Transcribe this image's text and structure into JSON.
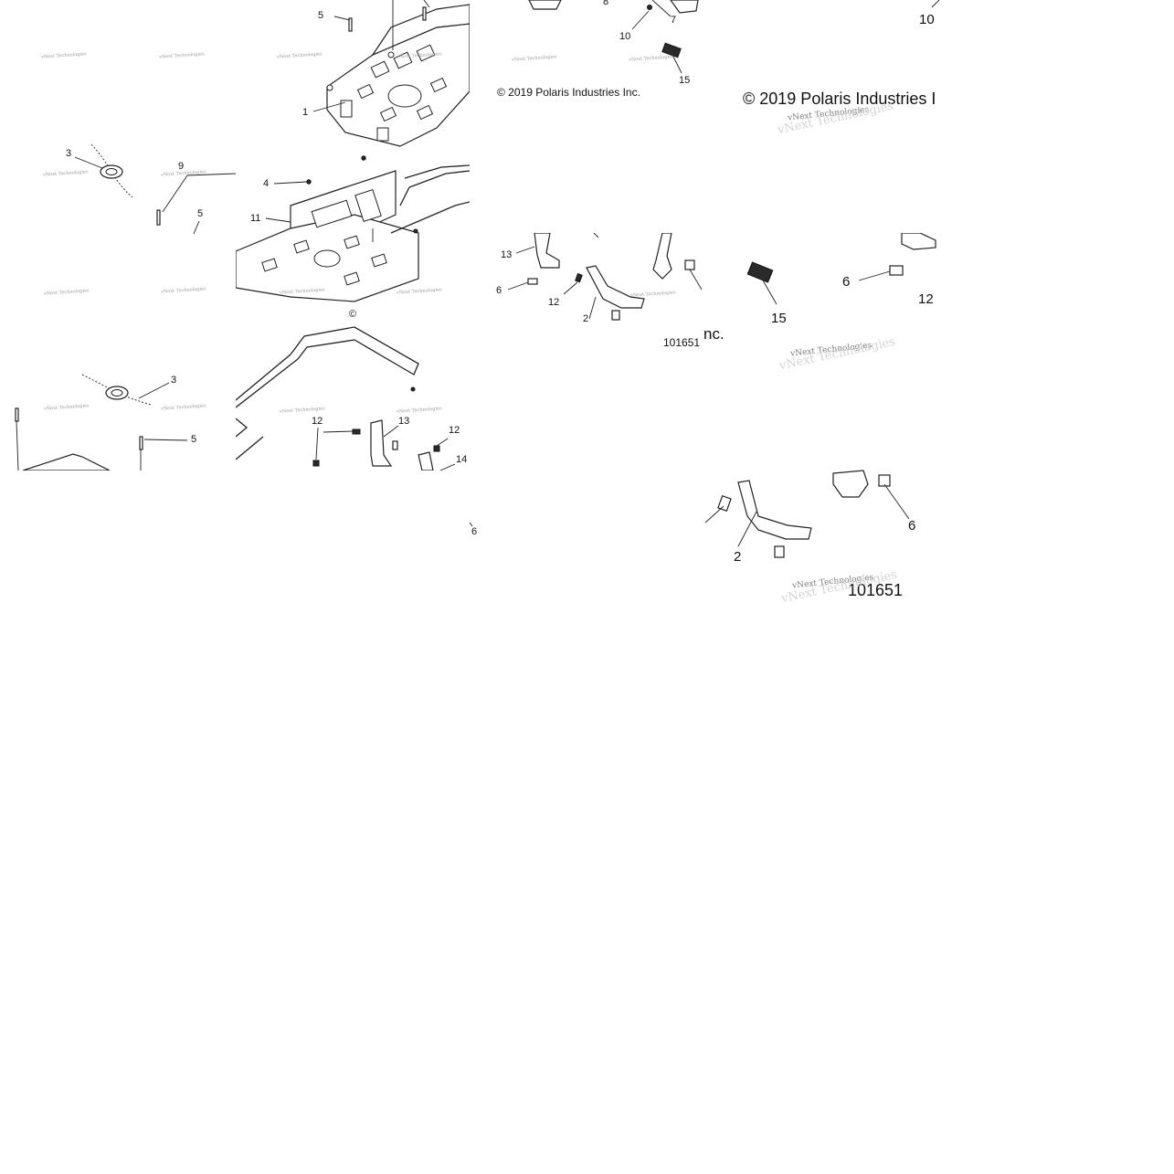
{
  "watermark": {
    "small": "vNext Technologies",
    "large": "vNext Technologies"
  },
  "copyright": {
    "small": "© 2019 Polaris Industries Inc.",
    "large": "© 2019 Polaris Industries I"
  },
  "partial_text": {
    "inc": "nc."
  },
  "drawing_number": {
    "small": "101651",
    "large": "101651"
  },
  "callouts": {
    "tile_a": [
      "5",
      "1"
    ],
    "tile_b": [
      "8",
      "7",
      "10",
      "15",
      "10"
    ],
    "tile_c": [
      "3",
      "9",
      "5"
    ],
    "tile_d": [
      "4",
      "11"
    ],
    "tile_e": [
      "13",
      "6",
      "12",
      "2"
    ],
    "tile_f": [
      "15",
      "6",
      "12"
    ],
    "tile_g": [
      "3",
      "5"
    ],
    "tile_h": [
      "12",
      "13",
      "12",
      "14",
      "6"
    ],
    "tile_i": [
      "6",
      "2"
    ]
  },
  "misc": {
    "circle_c": "©"
  }
}
